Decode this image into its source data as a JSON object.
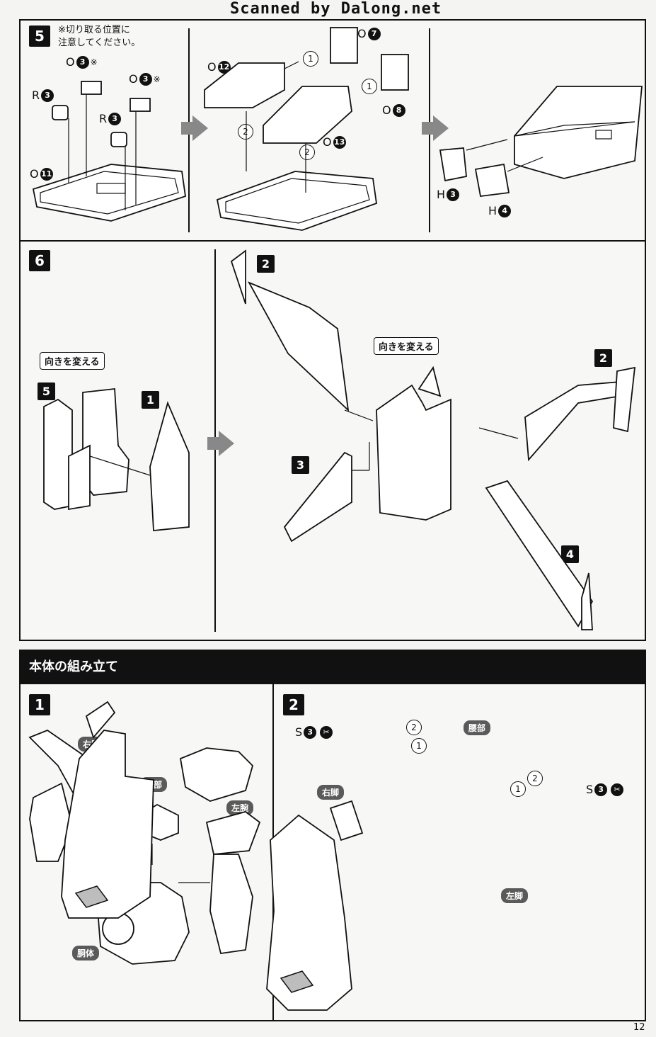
{
  "watermark": "Scanned by Dalong.net",
  "page_number": "12",
  "step5": {
    "number": "5",
    "note": "※切り取る位置に\n注意してください。",
    "labels": [
      {
        "letter": "O",
        "num": "3",
        "mark": "※"
      },
      {
        "letter": "O",
        "num": "3",
        "mark": "※"
      },
      {
        "letter": "R",
        "num": "3",
        "mark": ""
      },
      {
        "letter": "R",
        "num": "3",
        "mark": ""
      },
      {
        "letter": "O",
        "num": "11",
        "mark": ""
      },
      {
        "letter": "O",
        "num": "12",
        "mark": ""
      },
      {
        "letter": "O",
        "num": "7",
        "mark": ""
      },
      {
        "letter": "O",
        "num": "8",
        "mark": ""
      },
      {
        "letter": "O",
        "num": "13",
        "mark": ""
      },
      {
        "letter": "H",
        "num": "3",
        "mark": ""
      },
      {
        "letter": "H",
        "num": "4",
        "mark": ""
      }
    ],
    "order_marks": [
      "1",
      "1",
      "2",
      "2"
    ]
  },
  "step6": {
    "number": "6",
    "bubble_left": "向きを変える",
    "bubble_center": "向きを変える",
    "parts": [
      "5",
      "1",
      "2",
      "3",
      "2",
      "4"
    ]
  },
  "body_section": {
    "title": "本体の組み立て",
    "step1": {
      "number": "1",
      "labels": [
        "右腕",
        "頭部",
        "左腕",
        "胴体"
      ]
    },
    "step2": {
      "number": "2",
      "labels": [
        "腰部",
        "右脚",
        "左脚"
      ],
      "s_labels": [
        {
          "letter": "S",
          "num": "3"
        },
        {
          "letter": "S",
          "num": "3"
        }
      ],
      "order_marks": [
        "2",
        "1",
        "2",
        "1"
      ]
    }
  }
}
